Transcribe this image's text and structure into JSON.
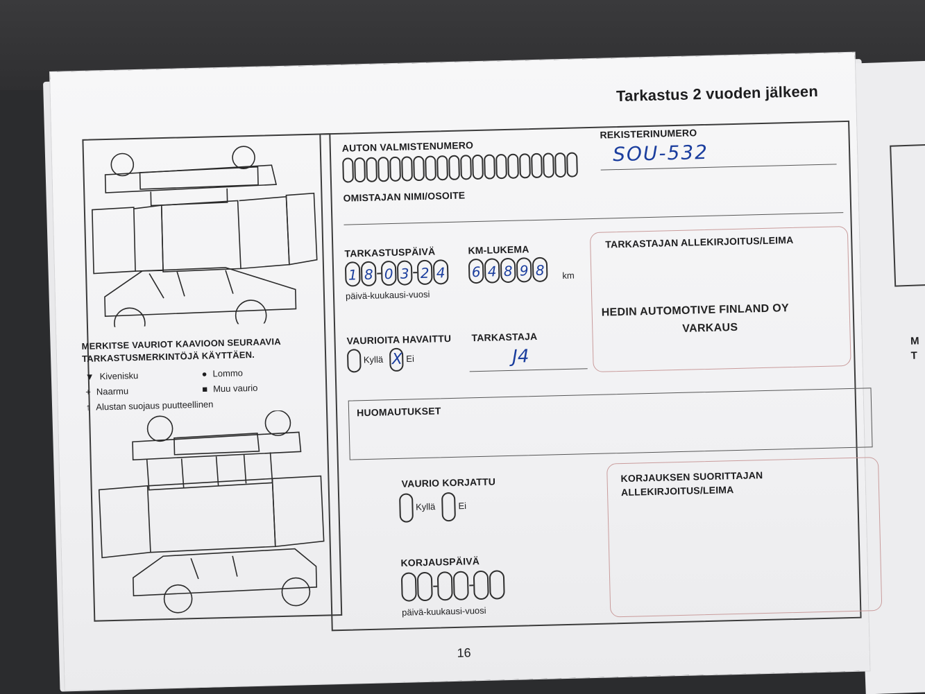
{
  "header": {
    "title": "Tarkastus 2 vuoden jälkeen"
  },
  "legend": {
    "heading_line1": "MERKITSE VAURIOT KAAVIOON SEURAAVIA",
    "heading_line2": "TARKASTUSMERKINTÖJÄ KÄYTTÄEN.",
    "items": [
      {
        "symbol": "▼",
        "label": "Kivenisku"
      },
      {
        "symbol": "●",
        "label": "Lommo"
      },
      {
        "symbol": "+",
        "label": "Naarmu"
      },
      {
        "symbol": "■",
        "label": "Muu vaurio"
      },
      {
        "symbol": "↑",
        "label": "Alustan suojaus puutteellinen"
      }
    ]
  },
  "form": {
    "vin_label": "AUTON VALMISTENUMERO",
    "reg_label": "REKISTERINUMERO",
    "reg_value": "SOU-532",
    "owner_label": "OMISTAJAN NIMI/OSOITE",
    "date_label": "TARKASTUSPÄIVÄ",
    "date_digits": [
      "1",
      "8",
      "0",
      "3",
      "2",
      "4"
    ],
    "date_hint": "päivä-kuukausi-vuosi",
    "km_label": "KM-LUKEMA",
    "km_digits": [
      "6",
      "4",
      "8",
      "9",
      "8"
    ],
    "km_unit": "km",
    "inspector_sig_label": "TARKASTAJAN ALLEKIRJOITUS/LEIMA",
    "stamp_line1": "HEDIN AUTOMOTIVE FINLAND OY",
    "stamp_line2": "VARKAUS",
    "damage_label": "VAURIOITA HAVAITTU",
    "yes_label": "Kyllä",
    "no_label": "Ei",
    "no_mark": "X",
    "inspector_label": "TARKASTAJA",
    "inspector_value": "J4",
    "remarks_label": "HUOMAUTUKSET",
    "repaired_label": "VAURIO KORJATTU",
    "repair_yes": "Kyllä",
    "repair_no": "Ei",
    "repair_sig_line1": "KORJAUKSEN SUORITTAJAN",
    "repair_sig_line2": "ALLEKIRJOITUS/LEIMA",
    "repair_date_label": "KORJAUSPÄIVÄ",
    "repair_date_hint": "päivä-kuukausi-vuosi"
  },
  "footer": {
    "page_number": "16"
  },
  "right_page": {
    "letter1": "M",
    "letter2": "T"
  }
}
